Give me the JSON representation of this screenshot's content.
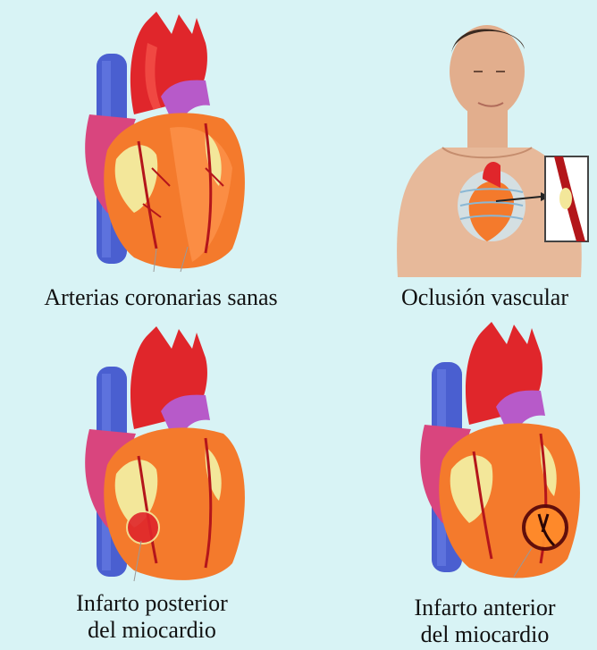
{
  "panels": [
    {
      "caption_lines": [
        "Arterias coronarias sanas"
      ]
    },
    {
      "caption_lines": [
        "Oclusión vascular"
      ]
    },
    {
      "caption_lines": [
        "Infarto posterior",
        "del miocardio"
      ]
    },
    {
      "caption_lines": [
        "Infarto anterior",
        "del miocardio"
      ]
    }
  ],
  "colors": {
    "background": "#d8f3f5",
    "aorta": "#e0262b",
    "vena_cava": "#4a5fd0",
    "pulmonary_artery": "#b75ac9",
    "atrium": "#d9457e",
    "myocardium": "#f47a2c",
    "fat": "#f3e79a",
    "infarct_ring": "#5a0a0a",
    "skin": "#e7b99a"
  },
  "icons": {
    "heart": "heart-illustration",
    "torso": "man-torso-illustration",
    "infarct": "infarct-circle"
  }
}
